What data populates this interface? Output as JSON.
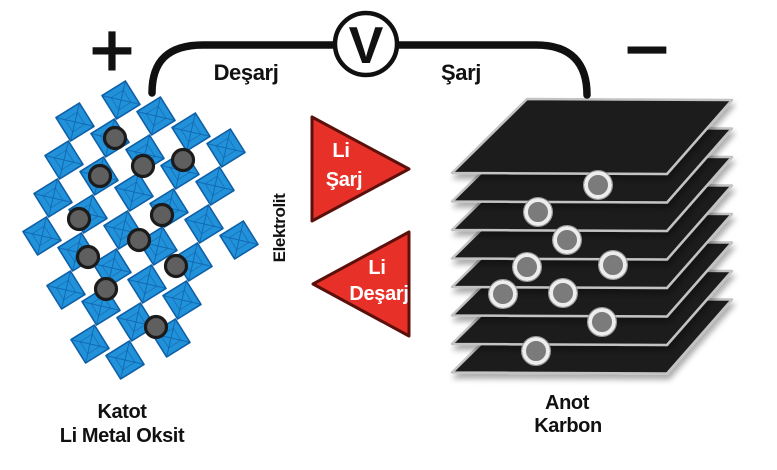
{
  "diagram": {
    "circuit": {
      "positive_terminal": "+",
      "negative_terminal": "−",
      "voltmeter": "V",
      "discharge_label": "Deşarj",
      "charge_label": "Şarj"
    },
    "electrolyte_label": "Elektrolit",
    "charge_arrow": {
      "line1": "Li",
      "line2": "Şarj",
      "direction": "right"
    },
    "discharge_arrow": {
      "line1": "Li",
      "line2": "Deşarj",
      "direction": "left"
    },
    "cathode": {
      "name": "Katot",
      "material": "Li Metal Oksit",
      "crystal_count": 31,
      "ion_count": 11
    },
    "anode": {
      "name": "Anot",
      "material": "Karbon",
      "layer_count": 8,
      "ion_count": 9
    }
  },
  "colors": {
    "crystal_blue": "#2191d9",
    "crystal_edge": "#0e5fa6",
    "cathode_ion_fill": "#5f5f5f",
    "cathode_ion_ring": "#1b1b1b",
    "anode_ion_fill": "#7b7b7b",
    "anode_ion_ring": "#ededed",
    "sheet_black": "#1f1f1f",
    "sheet_edge": "#c3c3c3",
    "arrow_red": "#e73128",
    "arrow_edge": "#5c100b",
    "wire_black": "#101010",
    "text_black": "#111111",
    "white": "#ffffff"
  }
}
